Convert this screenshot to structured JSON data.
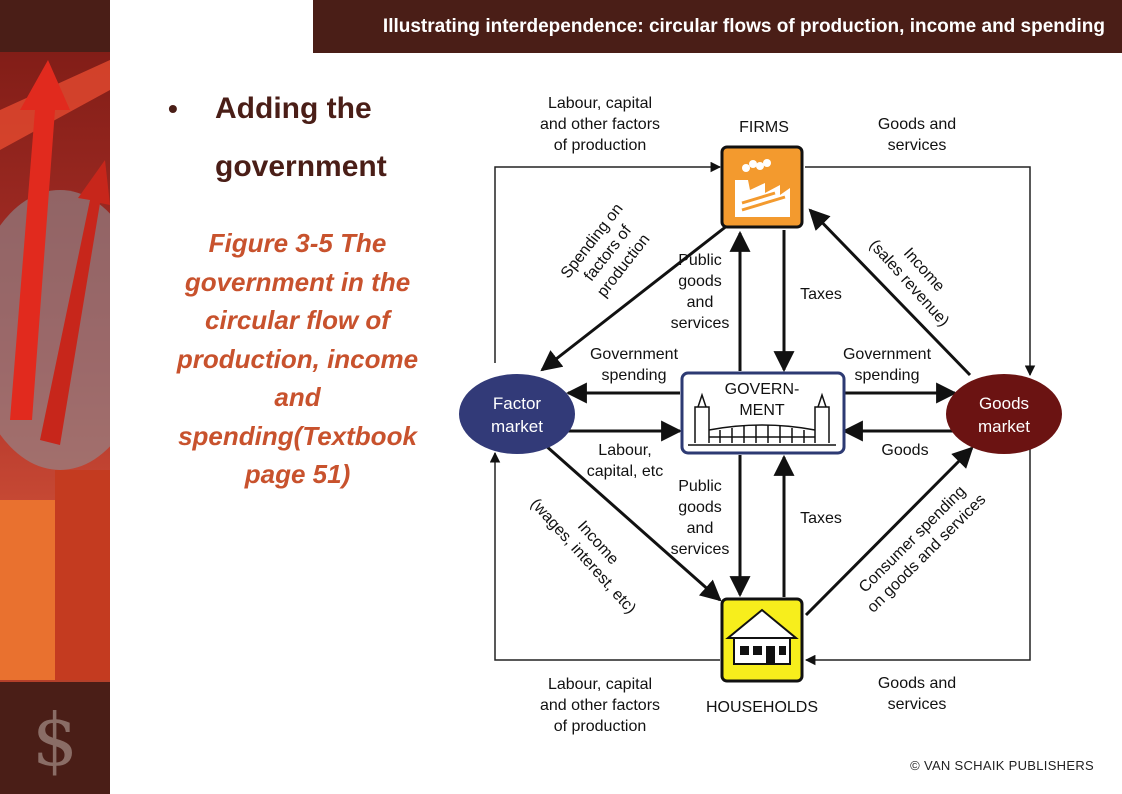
{
  "header": {
    "title": "Illustrating interdependence: circular flows of production, income and spending"
  },
  "slide": {
    "bullet_symbol": "•",
    "bullet": "Adding the government",
    "caption": "Figure 3-5 The government in the circular flow of production, income and spending(Textbook page 51)"
  },
  "diagram": {
    "nodes": {
      "firms": "FIRMS",
      "households": "HOUSEHOLDS",
      "factor_market": [
        "Factor",
        "market"
      ],
      "goods_market": [
        "Goods",
        "market"
      ],
      "government": [
        "GOVERN-",
        "MENT"
      ]
    },
    "labels": {
      "top_left": [
        "Labour, capital",
        "and other factors",
        "of production"
      ],
      "top_right": [
        "Goods and",
        "services"
      ],
      "bottom_left": [
        "Labour, capital",
        "and other factors",
        "of production"
      ],
      "bottom_right": [
        "Goods and",
        "services"
      ],
      "spending_on_factors": [
        "Spending on",
        "factors of",
        "production"
      ],
      "income_sales": [
        "Income",
        "(sales revenue)"
      ],
      "income_wages": [
        "Income",
        "(wages, interest, etc)"
      ],
      "consumer_spending": [
        "Consumer spending",
        "on goods and services"
      ],
      "public_goods_top": [
        "Public",
        "goods",
        "and",
        "services"
      ],
      "public_goods_bottom": [
        "Public",
        "goods",
        "and",
        "services"
      ],
      "taxes_top": "Taxes",
      "taxes_bottom": "Taxes",
      "gov_spending_left": [
        "Government",
        "spending"
      ],
      "gov_spending_right": [
        "Government",
        "spending"
      ],
      "labour_capital_etc": [
        "Labour,",
        "capital, etc"
      ],
      "goods": "Goods"
    },
    "colors": {
      "firms_fill": "#f39a2e",
      "households_fill": "#f7ee1c",
      "factor_fill": "#323a78",
      "goods_fill": "#6b1312",
      "government_border": "#2d3a73"
    },
    "icons": {
      "firms": "factory-icon",
      "households": "house-icon",
      "government": "parliament-building-icon"
    }
  },
  "footer": {
    "copyright": "© VAN SCHAIK PUBLISHERS"
  }
}
